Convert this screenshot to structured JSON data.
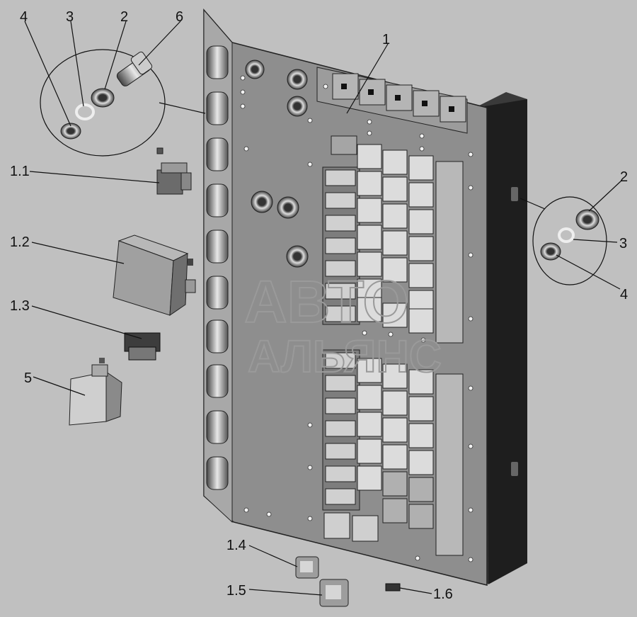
{
  "labels": {
    "p1": "1",
    "p1_1": "1.1",
    "p1_2": "1.2",
    "p1_3": "1.3",
    "p1_4": "1.4",
    "p1_5": "1.5",
    "p1_6": "1.6",
    "p2_left": "2",
    "p3_left": "3",
    "p4_left": "4",
    "p6": "6",
    "p2_right": "2",
    "p3_right": "3",
    "p4_right": "4",
    "p5": "5"
  },
  "watermark": {
    "line1": "АВТО",
    "line2": "АЛЬЯНС"
  },
  "colors": {
    "background": "#c0c0c0",
    "panel": "#8e8e8e",
    "panel_dark": "#2a2a2a",
    "component_light": "#d8d8d8"
  }
}
